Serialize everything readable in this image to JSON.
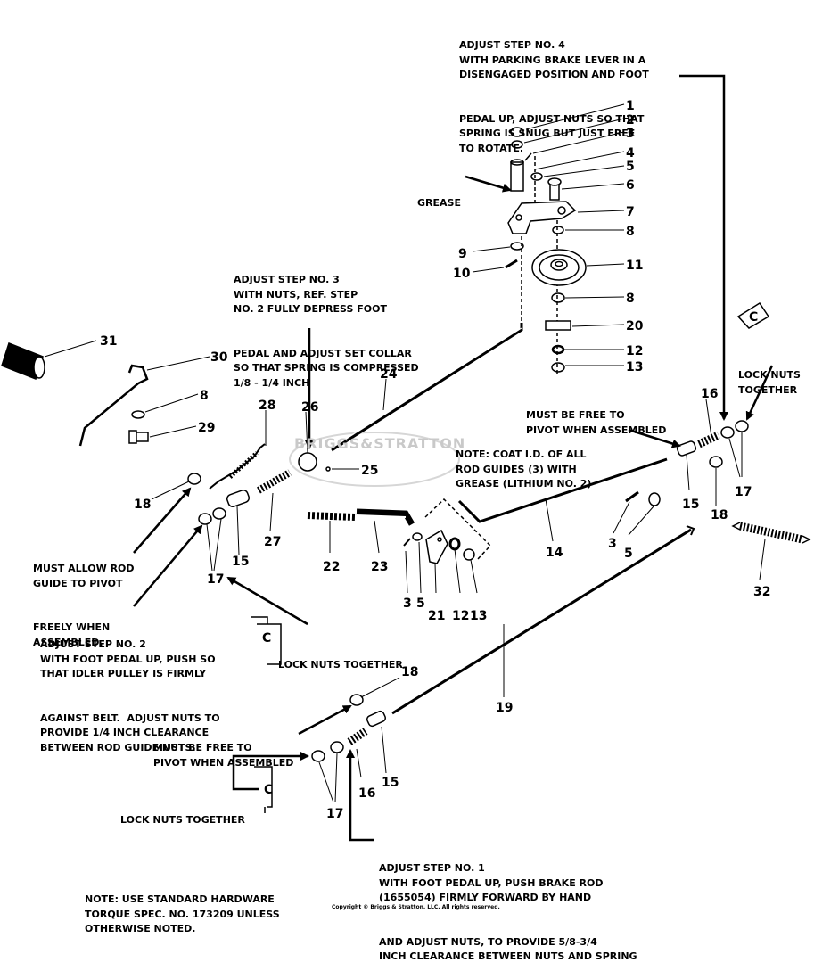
{
  "notes": {
    "step4": [
      "ADJUST STEP NO. 4",
      "WITH PARKING BRAKE LEVER IN A",
      "DISENGAGED POSITION AND FOOT",
      "PEDAL UP, ADJUST NUTS SO THAT",
      "SPRING IS SNUG BUT JUST FREE",
      "TO ROTATE."
    ],
    "grease": "GREASE",
    "step3": [
      "ADJUST STEP NO. 3",
      "WITH NUTS, REF. STEP",
      "NO. 2 FULLY DEPRESS FOOT",
      "PEDAL AND ADJUST SET COLLAR",
      "SO THAT SPRING IS COMPRESSED",
      "1/8 - 1/4 INCH"
    ],
    "pivot_top": [
      "MUST BE FREE TO",
      "PIVOT WHEN ASSEMBLED"
    ],
    "lock_nuts_right": [
      "LOCK NUTS",
      "TOGETHER"
    ],
    "coat": [
      "NOTE: COAT I.D. OF ALL",
      "ROD GUIDES (3) WITH",
      "GREASE (LITHIUM NO. 2)"
    ],
    "allow_rod": [
      "MUST ALLOW ROD",
      "GUIDE TO PIVOT",
      "FREELY WHEN",
      "ASSEMBLED."
    ],
    "lock_nuts_mid": "LOCK NUTS TOGETHER",
    "step2": [
      "ADJUST STEP NO. 2",
      "WITH FOOT PEDAL UP, PUSH SO",
      "THAT IDLER PULLEY IS FIRMLY",
      "AGAINST BELT.  ADJUST NUTS TO",
      "PROVIDE 1/4 INCH CLEARANCE",
      "BETWEEN ROD GUIDE NUTS."
    ],
    "pivot_bottom": [
      "MUST BE FREE TO",
      "PIVOT WHEN ASSEMBLED"
    ],
    "lock_nuts_bottom": "LOCK NUTS TOGETHER",
    "step1": [
      "ADJUST STEP NO. 1",
      "WITH FOOT PEDAL UP, PUSH BRAKE ROD",
      "(1655054) FIRMLY FORWARD BY HAND",
      "AND ADJUST NUTS, TO PROVIDE 5/8-3/4",
      "INCH CLEARANCE BETWEEN NUTS AND SPRING"
    ],
    "hardware": [
      "NOTE: USE STANDARD HARDWARE",
      "TORQUE SPEC. NO. 173209 UNLESS",
      "OTHERWISE NOTED."
    ]
  },
  "part_numbers": {
    "p1": "1",
    "p2": "2",
    "p3": "3",
    "p4": "4",
    "p5": "5",
    "p6": "6",
    "p7": "7",
    "p8a": "8",
    "p9": "9",
    "p10": "10",
    "p11": "11",
    "p8b": "8",
    "p20": "20",
    "p12a": "12",
    "p13a": "13",
    "p24": "24",
    "p26": "26",
    "p25": "25",
    "p31": "31",
    "p30": "30",
    "p8c": "8",
    "p29": "29",
    "p28": "28",
    "p18a": "18",
    "p27": "27",
    "p15a": "15",
    "p17a": "17",
    "p22": "22",
    "p23": "23",
    "p3b": "3",
    "p5b": "5",
    "p21": "21",
    "p12b": "12",
    "p13b": "13",
    "p14": "14",
    "p3c": "3",
    "p5c": "5",
    "p16a": "16",
    "p15b": "15",
    "p18b": "18",
    "p17b": "17",
    "p32": "32",
    "p19": "19",
    "p18c": "18",
    "p17c": "17",
    "p16b": "16",
    "p15c": "15"
  },
  "c_marker": "C",
  "watermark": "BRIGGS&STRATTON",
  "copyright": "Copyright © Briggs & Stratton, LLC. All rights reserved."
}
